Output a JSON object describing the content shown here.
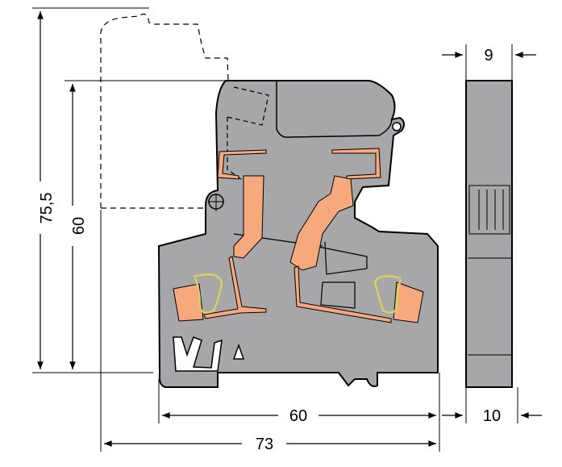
{
  "dimensions": {
    "overall_height": "75,5",
    "body_height": "60",
    "body_width": "60",
    "overall_width": "73",
    "side_thickness_top": "9",
    "side_thickness_bottom": "10"
  },
  "colors": {
    "housing": "#a7a7a9",
    "contacts": "#f5a97c",
    "outline": "#000000",
    "spring": "#d8d060"
  }
}
